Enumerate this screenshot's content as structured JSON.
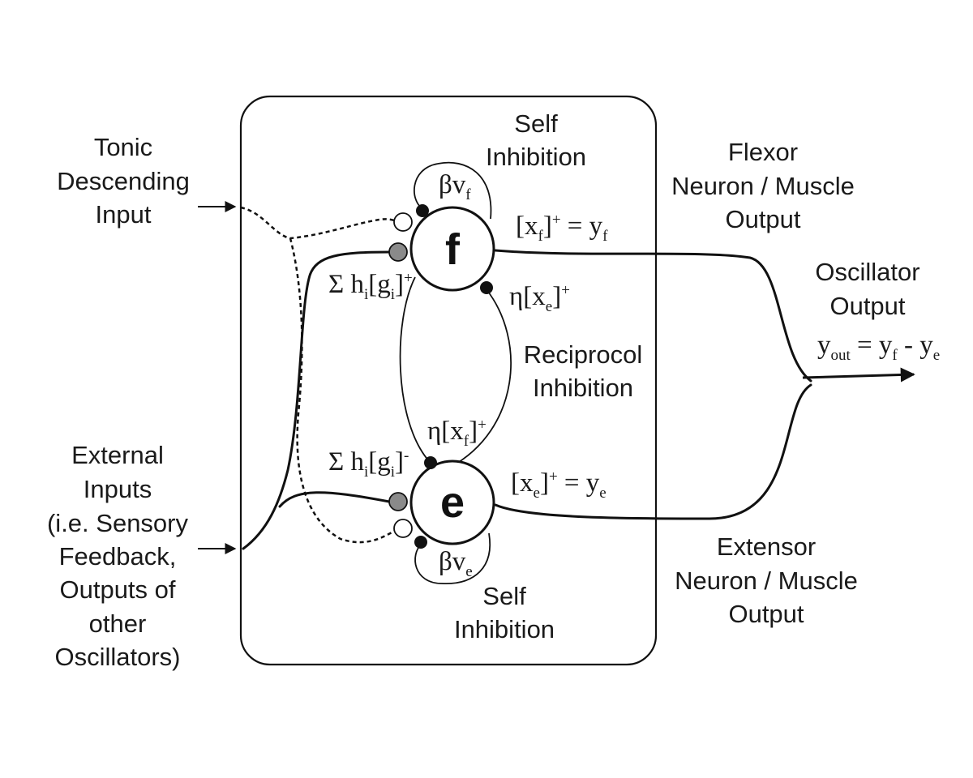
{
  "labels": {
    "tonic": [
      "Tonic",
      "Descending",
      "Input"
    ],
    "external": [
      "External",
      "Inputs",
      "(i.e. Sensory",
      "Feedback,",
      "Outputs of",
      "other",
      "Oscillators)"
    ],
    "self_inhibition_top": [
      "Self",
      "Inhibition"
    ],
    "self_inhibition_bottom": [
      "Self",
      "Inhibition"
    ],
    "flexor_output": [
      "Flexor",
      "Neuron / Muscle",
      "Output"
    ],
    "extensor_output": [
      "Extensor",
      "Neuron / Muscle",
      "Output"
    ],
    "oscillator_output": [
      "Oscillator",
      "Output"
    ],
    "reciprocal": [
      "Reciprocol",
      "Inhibition"
    ]
  },
  "neurons": {
    "flexor": "f",
    "extensor": "e"
  },
  "equations": {
    "beta_vf": {
      "base": "βv",
      "sub": "f"
    },
    "beta_ve": {
      "base": "βv",
      "sub": "e"
    },
    "xf_out": {
      "open": "[x",
      "sub": "f",
      "close": "]",
      "sup": "+",
      "eq": " = y",
      "sub2": "f"
    },
    "xe_out": {
      "open": "[x",
      "sub": "e",
      "close": "]",
      "sup": "+",
      "eq": " = y",
      "sub2": "e"
    },
    "eta_xe": {
      "open": "η[x",
      "sub": "e",
      "close": "]",
      "sup": "+"
    },
    "eta_xf": {
      "open": "η[x",
      "sub": "f",
      "close": "]",
      "sup": "+"
    },
    "sum_plus": {
      "a": "Σ h",
      "sub1": "i",
      "b": "[g",
      "sub2": "i",
      "c": "]",
      "sup": "+"
    },
    "sum_minus": {
      "a": "Σ h",
      "sub1": "i",
      "b": "[g",
      "sub2": "i",
      "c": "]",
      "sup": "-"
    },
    "yout": {
      "y": "y",
      "sub_out": "out",
      "eq": " = y",
      "sub_f": "f",
      "minus": " - y",
      "sub_e": "e"
    }
  },
  "colors": {
    "excitatory_synapse": "#8a8a8a",
    "inhibitory_synapse": "#111111",
    "tonic_synapse": "#ffffff"
  }
}
